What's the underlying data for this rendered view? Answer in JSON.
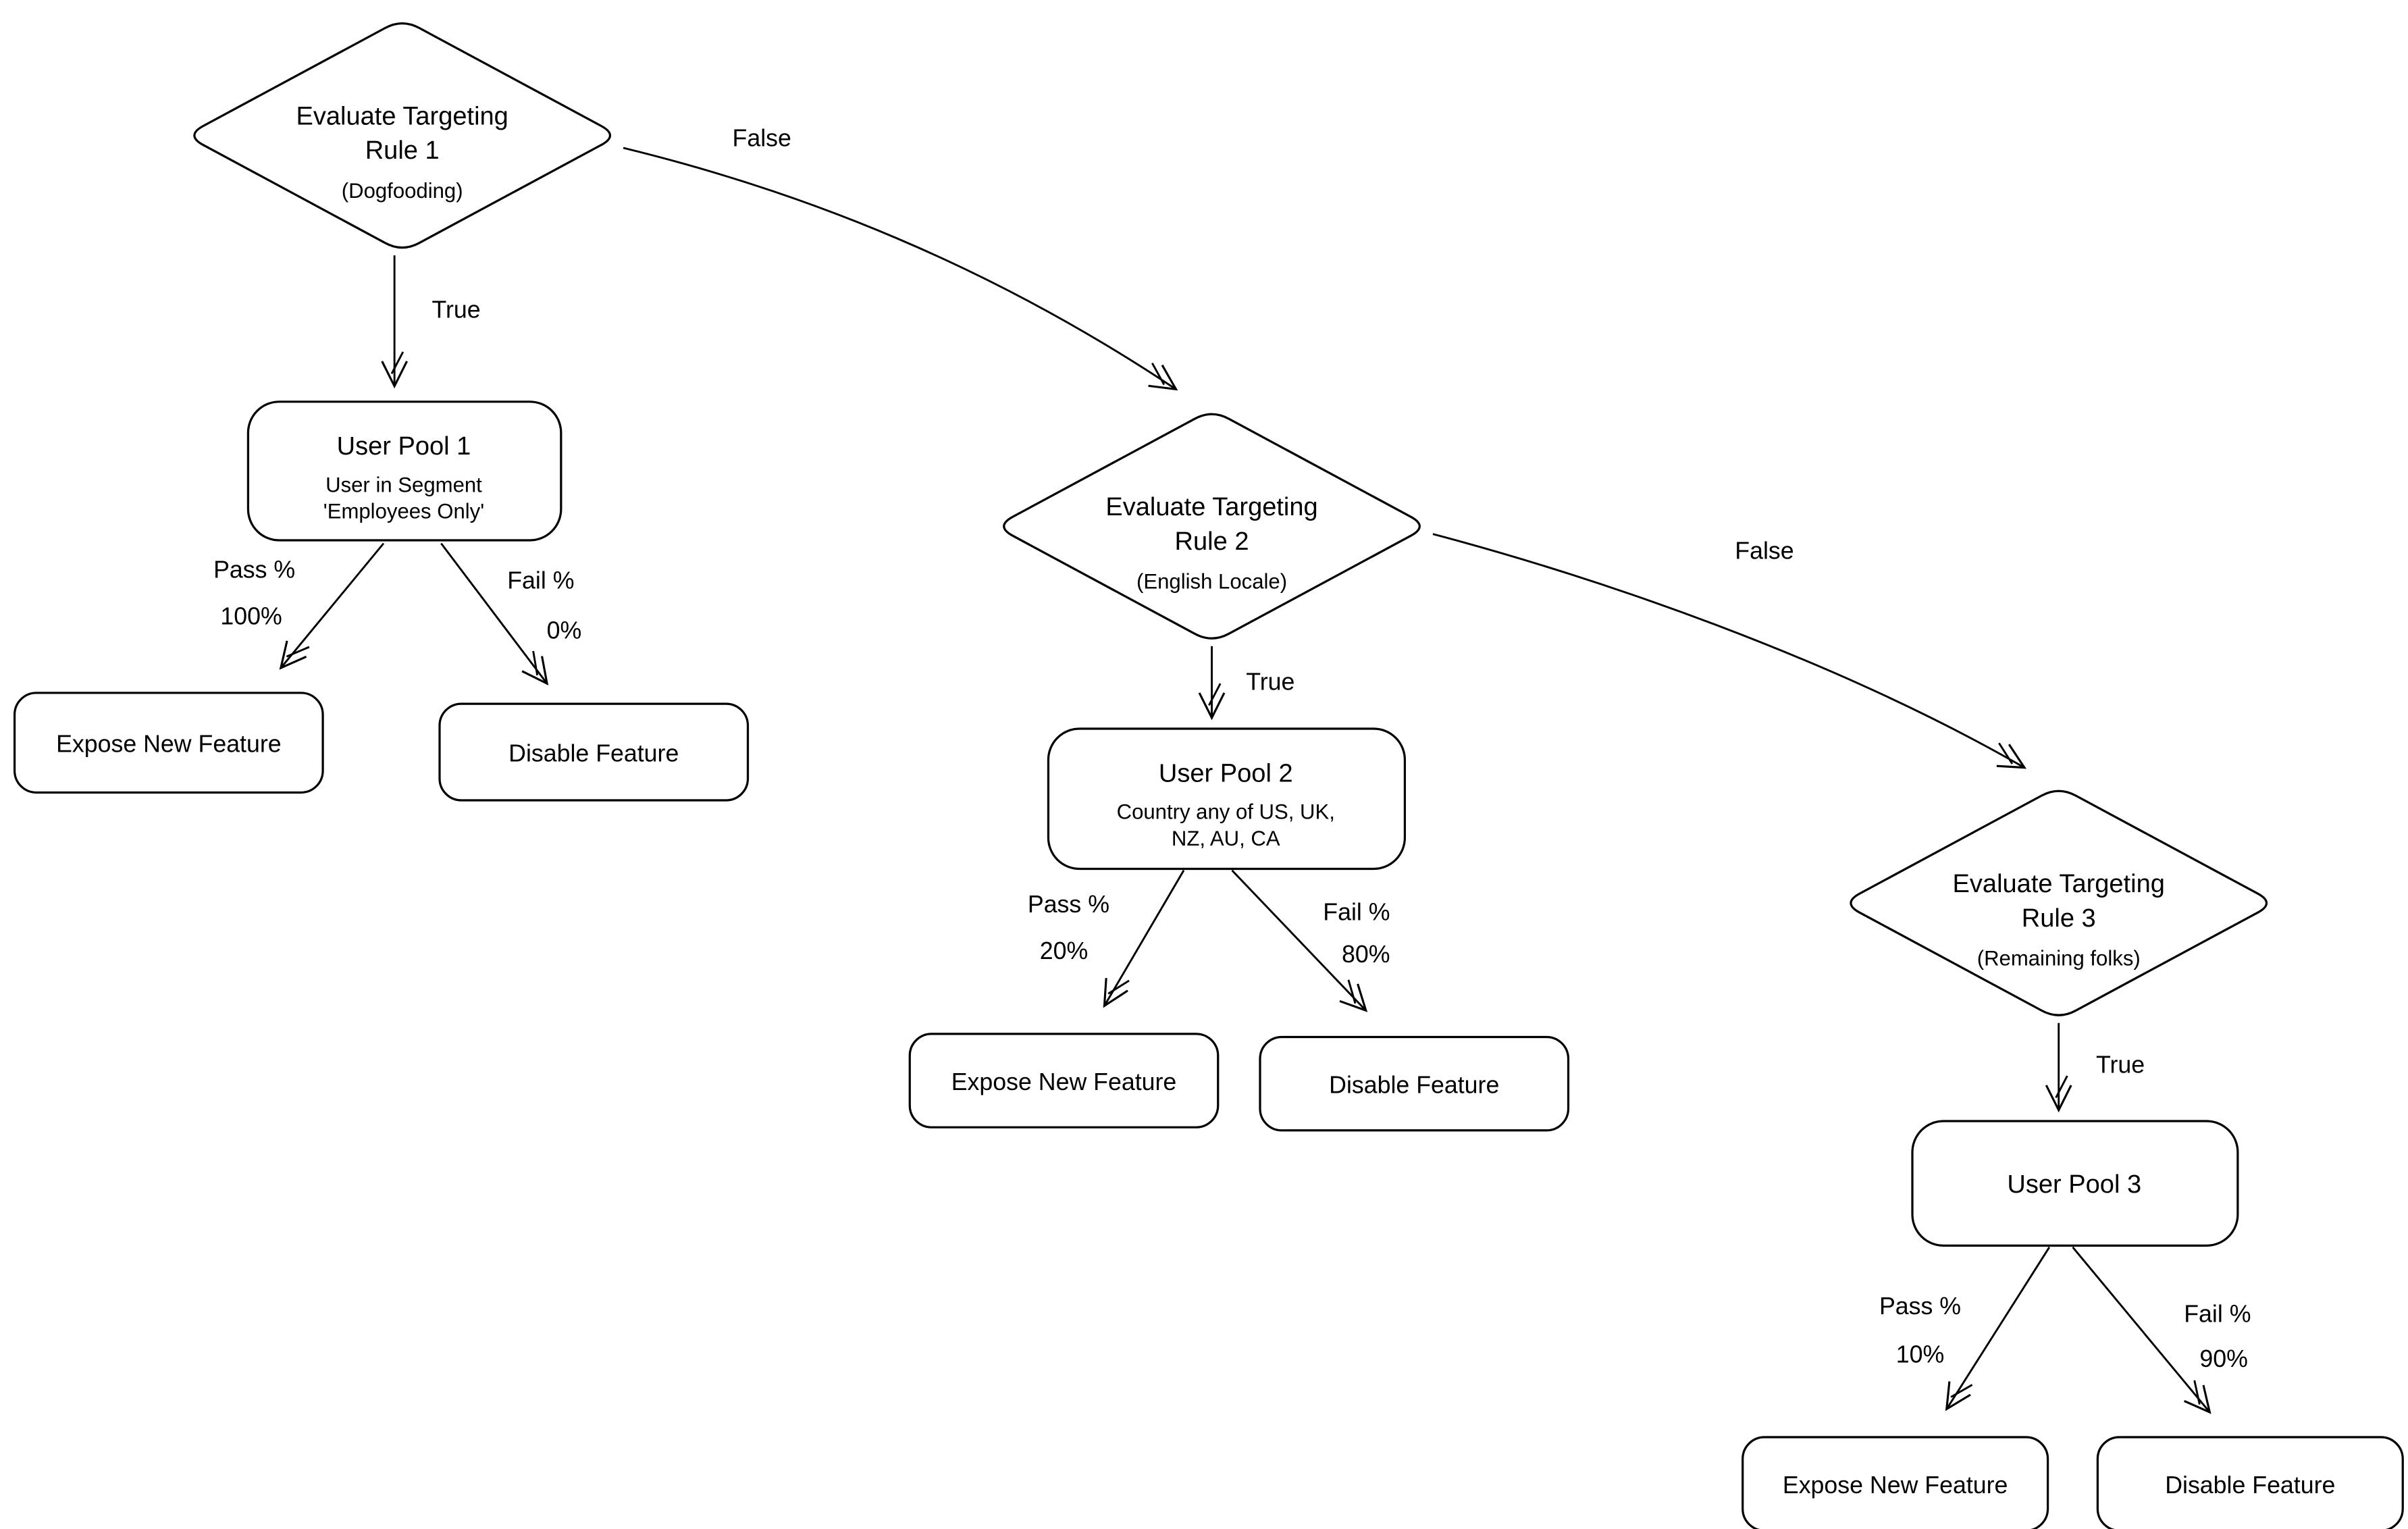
{
  "diagram": {
    "background": "#ffffff",
    "stroke_color": "#000000",
    "text_color": "#000000",
    "decisions": {
      "rule1": {
        "title_line1": "Evaluate Targeting",
        "title_line2": "Rule 1",
        "subtitle": "(Dogfooding)"
      },
      "rule2": {
        "title_line1": "Evaluate Targeting",
        "title_line2": "Rule 2",
        "subtitle": "(English Locale)"
      },
      "rule3": {
        "title_line1": "Evaluate Targeting",
        "title_line2": "Rule 3",
        "subtitle": "(Remaining folks)"
      }
    },
    "pools": {
      "pool1": {
        "title": "User Pool 1",
        "subtitle_line1": "User in Segment",
        "subtitle_line2": "'Employees Only'"
      },
      "pool2": {
        "title": "User Pool 2",
        "subtitle_line1": "Country any of US, UK,",
        "subtitle_line2": "NZ, AU, CA"
      },
      "pool3": {
        "title": "User Pool 3"
      }
    },
    "outcomes": {
      "expose1": "Expose New Feature",
      "disable1": "Disable Feature",
      "expose2": "Expose New Feature",
      "disable2": "Disable Feature",
      "expose3": "Expose New Feature",
      "disable3": "Disable Feature"
    },
    "edge_labels": {
      "rule1_true": "True",
      "rule1_false": "False",
      "rule2_true": "True",
      "rule2_false": "False",
      "rule3_true": "True",
      "pool1_pass_label": "Pass %",
      "pool1_pass_value": "100%",
      "pool1_fail_label": "Fail %",
      "pool1_fail_value": "0%",
      "pool2_pass_label": "Pass %",
      "pool2_pass_value": "20%",
      "pool2_fail_label": "Fail %",
      "pool2_fail_value": "80%",
      "pool3_pass_label": "Pass %",
      "pool3_pass_value": "10%",
      "pool3_fail_label": "Fail %",
      "pool3_fail_value": "90%"
    }
  }
}
